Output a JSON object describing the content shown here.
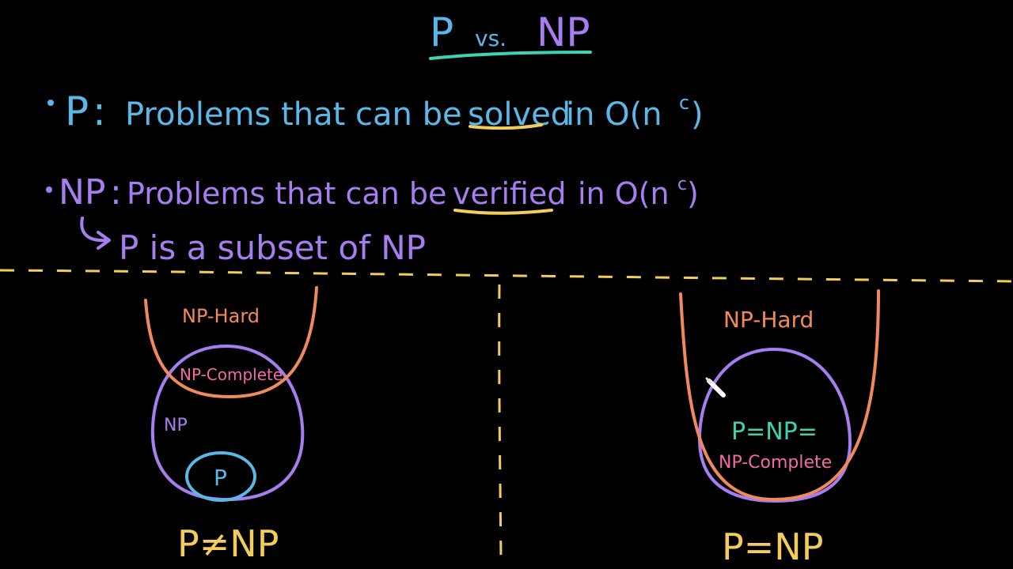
{
  "title": {
    "left": "P",
    "mid": "vs.",
    "right": "NP"
  },
  "bullets": [
    {
      "term": "P",
      "text_before": "Problems that can be",
      "keyword": "solved",
      "text_after": "in O(n",
      "exponent": "c",
      "close": ")"
    },
    {
      "term": "NP",
      "text_before": "Problems that can be",
      "keyword": "verified",
      "text_after": "in O(n",
      "exponent": "c",
      "close": ")"
    }
  ],
  "subset_note": "P is a subset of NP",
  "left_diagram": {
    "np_hard": "NP-Hard",
    "np_complete": "NP-Complete",
    "np": "NP",
    "p": "P",
    "caption": "P≠NP"
  },
  "right_diagram": {
    "np_hard": "NP-Hard",
    "equality_line1": "P=NP=",
    "equality_line2": "NP-Complete",
    "caption": "P=NP"
  },
  "colors": {
    "background": "#000000",
    "p_blue": "#5ab8e8",
    "np_purple": "#a77ef0",
    "np_hard_orange": "#f08a5d",
    "np_complete_pink": "#f06aa8",
    "highlight_yellow": "#f2cd5c",
    "underline_teal": "#3ed3b0"
  },
  "icons": {
    "bullet": "bullet-dot-icon",
    "arrow": "curved-arrow-icon",
    "cursor": "pen-cursor-icon"
  }
}
